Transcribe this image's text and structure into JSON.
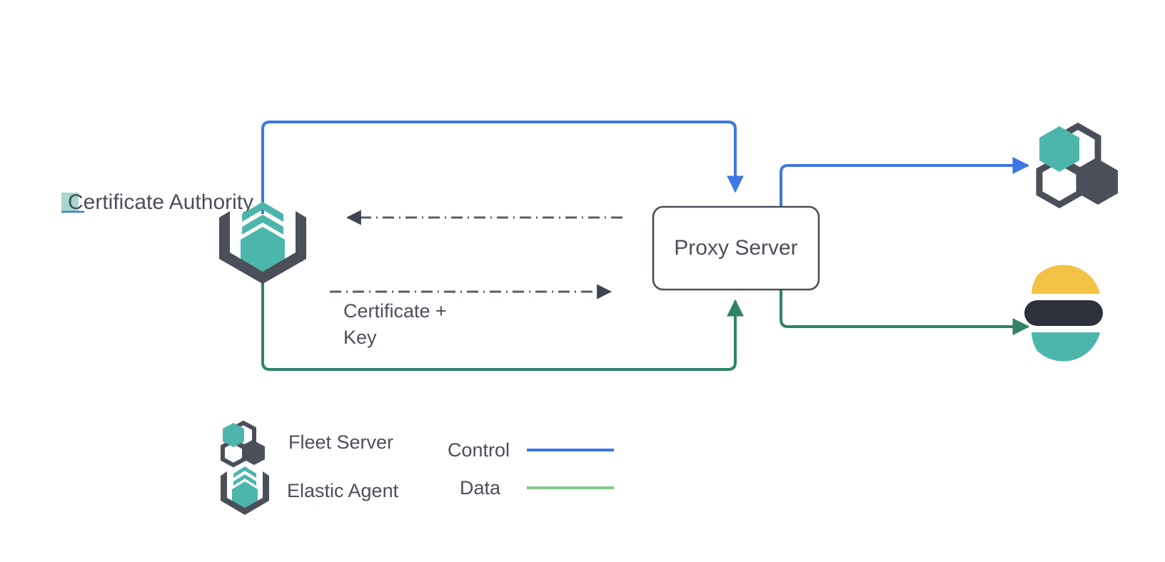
{
  "diagram": {
    "title_text": "Certificate Authority",
    "nodes": [
      {
        "id": "certificate-authority",
        "label": "Certificate Authority",
        "icon": "elastic-agent-icon"
      },
      {
        "id": "proxy-server",
        "label": "Proxy Server",
        "icon": "rounded-box"
      },
      {
        "id": "fleet-server",
        "label": "",
        "icon": "fleet-server-icon"
      },
      {
        "id": "elasticsearch",
        "label": "",
        "icon": "elasticsearch-icon"
      }
    ],
    "edge_labels": {
      "cert_key_line1": "Certificate +",
      "cert_key_line2": "Key"
    },
    "legend": {
      "icons": [
        {
          "name": "fleet-server-icon",
          "label": "Fleet Server"
        },
        {
          "name": "elastic-agent-icon",
          "label": "Elastic Agent"
        }
      ],
      "lines": [
        {
          "name": "control-line",
          "label": "Control",
          "color": "#3d77e3"
        },
        {
          "name": "data-line",
          "label": "Data",
          "color": "#82c785"
        }
      ]
    },
    "colors": {
      "control": "#3d77e3",
      "data_flow": "#2e8368",
      "data_legend": "#82c785",
      "teal": "#4db6ac",
      "dark_slate": "#4a4f59",
      "yellow": "#f2c244",
      "dashed": "#585e6b",
      "highlight": "#a8d5cd",
      "text": "#4a4f59",
      "background": "#ffffff"
    }
  }
}
